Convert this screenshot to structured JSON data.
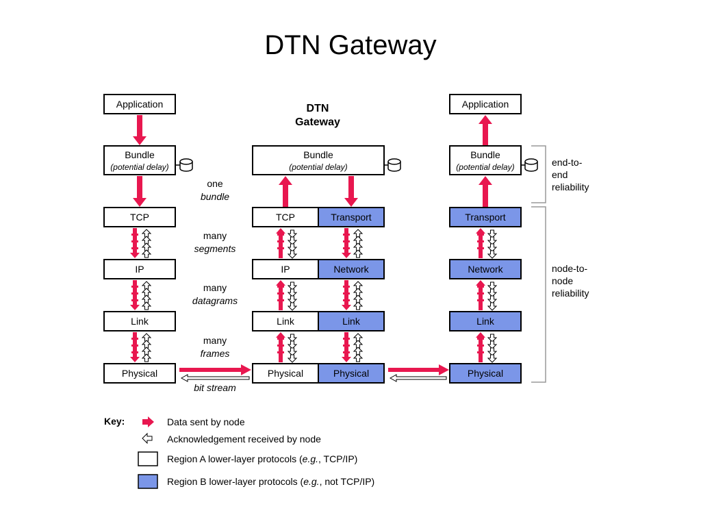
{
  "title": "DTN Gateway",
  "colors": {
    "region_a": "#ffffff",
    "region_b": "#7b96e8",
    "data_arrow": "#e8174f",
    "ack_arrow": "#ffffff"
  },
  "gateway_label": [
    "DTN",
    "Gateway"
  ],
  "layers": {
    "application": "Application",
    "bundle": "Bundle",
    "bundle_note": "(potential delay)",
    "tcp": "TCP",
    "transport": "Transport",
    "ip": "IP",
    "network": "Network",
    "link": "Link",
    "physical": "Physical"
  },
  "unit_labels": {
    "bundle": [
      "one",
      "bundle"
    ],
    "segments": [
      "many",
      "segments"
    ],
    "datagrams": [
      "many",
      "datagrams"
    ],
    "frames": [
      "many",
      "frames"
    ],
    "bitstream": "bit stream"
  },
  "side_labels": {
    "end_to_end": [
      "end-to-",
      "end",
      "reliability"
    ],
    "node_to_node": [
      "node-to-",
      "node",
      "reliability"
    ]
  },
  "key": {
    "title": "Key:",
    "items": [
      {
        "icon": "data-arrow-icon",
        "text": "Data sent by node"
      },
      {
        "icon": "ack-arrow-icon",
        "text": "Acknowledgement received by node"
      },
      {
        "icon": "region-a-swatch",
        "text": "Region A lower-layer protocols (e.g., TCP/IP)"
      },
      {
        "icon": "region-b-swatch",
        "text": "Region B lower-layer protocols (e.g., not TCP/IP)"
      }
    ]
  }
}
